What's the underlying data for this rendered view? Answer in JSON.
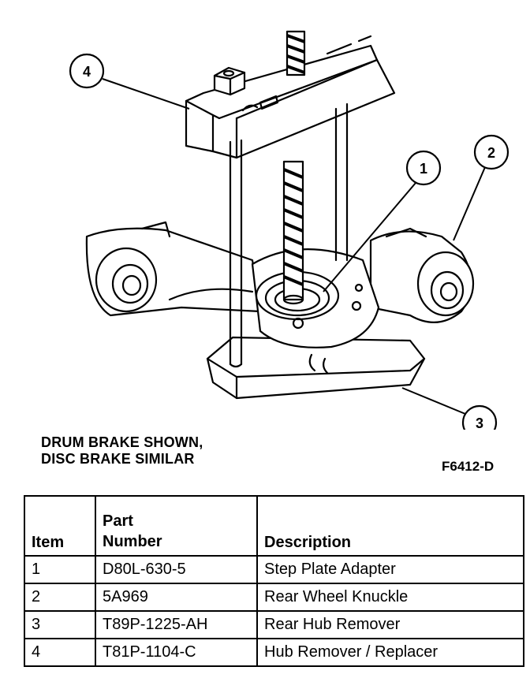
{
  "figure": {
    "callouts": [
      "1",
      "2",
      "3",
      "4"
    ],
    "caption_line1": "DRUM BRAKE SHOWN,",
    "caption_line2": "DISC BRAKE SIMILAR",
    "figure_id": "F6412-D"
  },
  "table": {
    "headers": {
      "item": "Item",
      "part_line1": "Part",
      "part_line2": "Number",
      "description": "Description"
    },
    "rows": [
      {
        "item": "1",
        "part": "D80L-630-5",
        "description": "Step Plate Adapter"
      },
      {
        "item": "2",
        "part": "5A969",
        "description": "Rear Wheel Knuckle"
      },
      {
        "item": "3",
        "part": "T89P-1225-AH",
        "description": "Rear Hub Remover"
      },
      {
        "item": "4",
        "part": "T81P-1104-C",
        "description": "Hub Remover / Replacer"
      }
    ]
  }
}
